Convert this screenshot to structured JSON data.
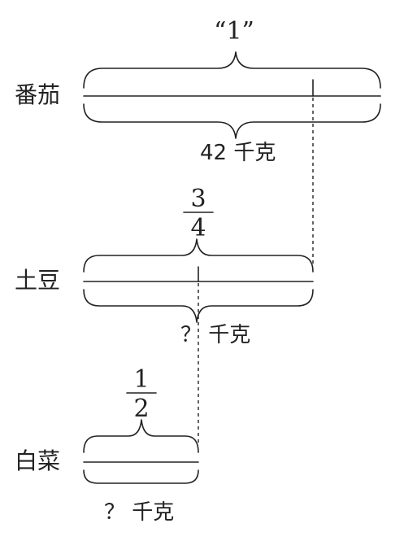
{
  "rows": [
    {
      "label": "番茄",
      "whole_label": "“1”",
      "value_label": "42 千克"
    },
    {
      "label": "土豆",
      "fraction": {
        "numerator": "3",
        "denominator": "4"
      },
      "value_label": "？ 千克"
    },
    {
      "label": "白菜",
      "fraction": {
        "numerator": "1",
        "denominator": "2"
      },
      "value_label": "？ 千克"
    }
  ]
}
